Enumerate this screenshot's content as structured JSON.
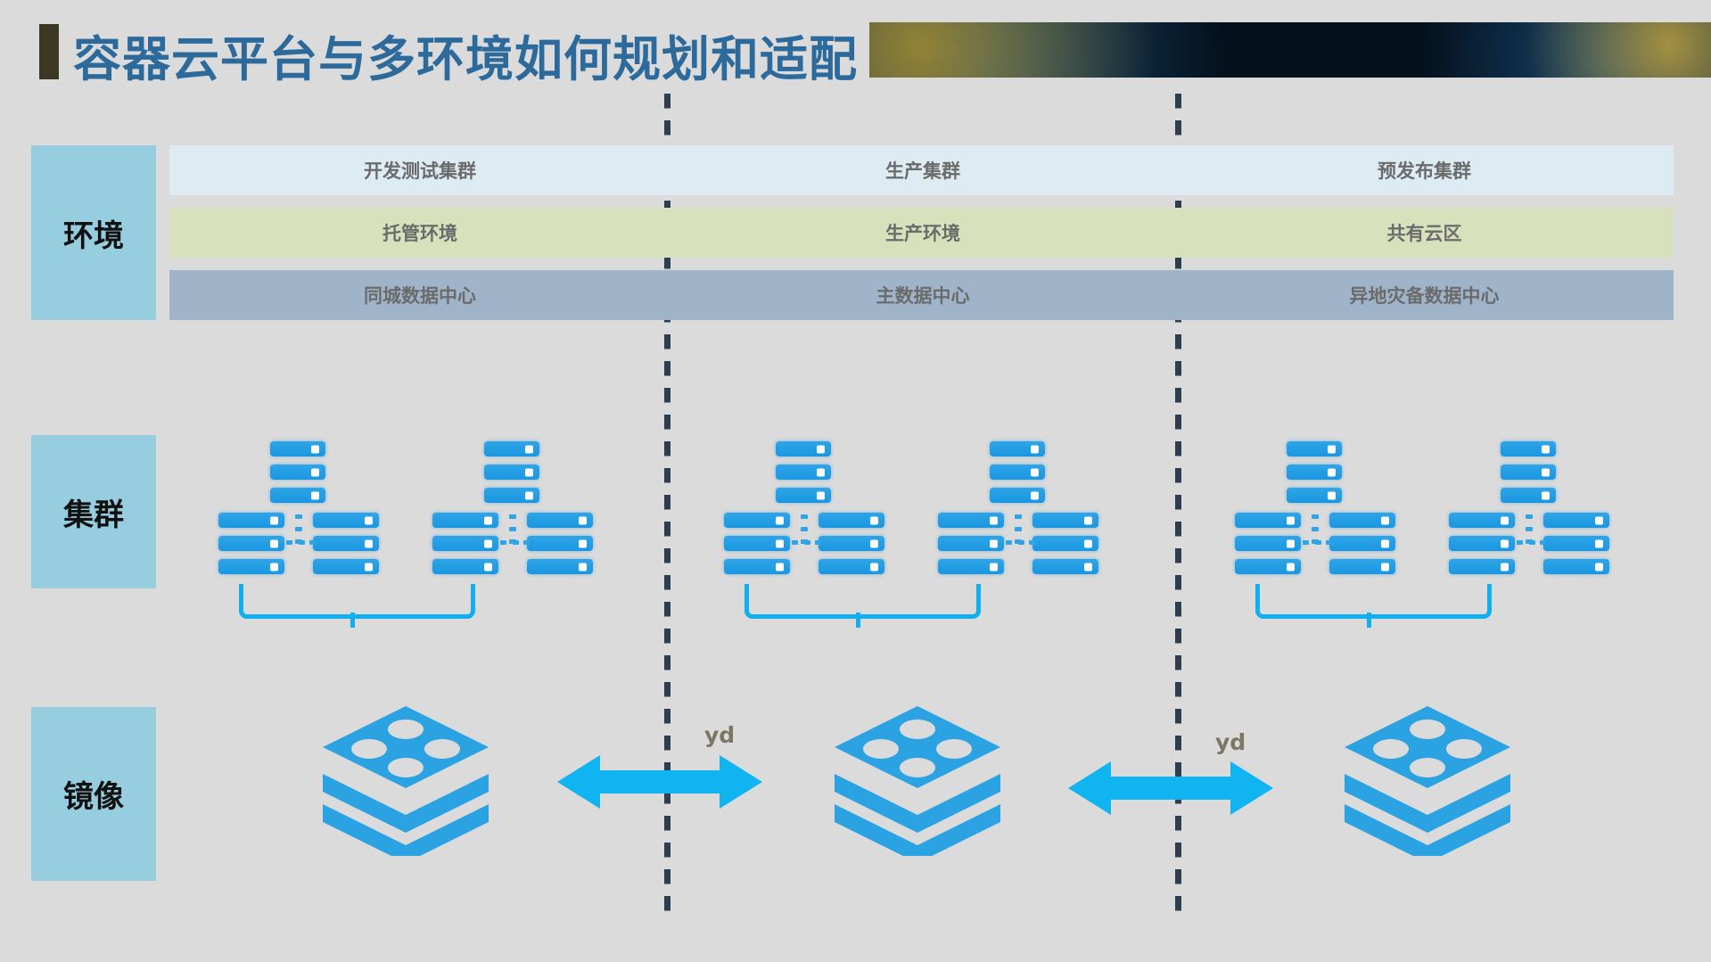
{
  "page": {
    "background_color": "#dbdbdb",
    "title": "容器云平台与多环境如何规划和适配",
    "title_color": "#2c6a9c",
    "accent_bar_color": "#3d3823"
  },
  "sidebar": {
    "items": [
      {
        "label": "环境",
        "color": "#96cee0"
      },
      {
        "label": "集群",
        "color": "#96cee0"
      },
      {
        "label": "镜像",
        "color": "#96cee0"
      }
    ]
  },
  "columns": [
    "开发测试集群",
    "生产集群",
    "预发布集群"
  ],
  "bands": [
    {
      "name": "cluster-band",
      "color": "#dcecf2",
      "cells": [
        "开发测试集群",
        "生产集群",
        "预发布集群"
      ]
    },
    {
      "name": "environment-band",
      "color": "#d7e2bd",
      "cells": [
        "托管环境",
        "生产环境",
        "共有云区"
      ]
    },
    {
      "name": "datacenter-band",
      "color": "#a0b4c9",
      "cells": [
        "同城数据中心",
        "主数据中心",
        "异地灾备数据中心"
      ]
    }
  ],
  "cluster_row": {
    "groups": [
      {
        "name": "dev-test-clusters",
        "cluster_count": 2,
        "servers_per_cluster": 9
      },
      {
        "name": "production-clusters",
        "cluster_count": 2,
        "servers_per_cluster": 9
      },
      {
        "name": "pre-release-clusters",
        "cluster_count": 2,
        "servers_per_cluster": 9
      }
    ],
    "bracket_color": "#10aff0",
    "server_color": "#1b96e0"
  },
  "image_row": {
    "icons": [
      {
        "name": "container-image-dev",
        "color": "#2ba3e3"
      },
      {
        "name": "container-image-prod",
        "color": "#2ba3e3"
      },
      {
        "name": "container-image-prerelease",
        "color": "#2ba3e3"
      }
    ],
    "arrows": [
      {
        "name": "sync-arrow-left",
        "label": "yd",
        "color": "#0fb4f0",
        "direction": "both"
      },
      {
        "name": "sync-arrow-right",
        "label": "yd",
        "color": "#0fb4f0",
        "direction": "both"
      }
    ],
    "label_color": "#7d7663"
  },
  "dividers": {
    "count": 2,
    "color": "#2f3e4e",
    "style": "dashed-vertical"
  }
}
